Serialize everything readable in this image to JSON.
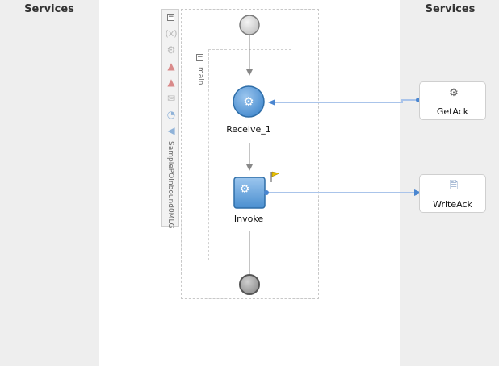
{
  "left_lane": {
    "title": "Services"
  },
  "right_lane": {
    "title": "Services"
  },
  "scope": {
    "name": "SamplePOInbound0MLG"
  },
  "sequence": {
    "name": "main"
  },
  "activities": {
    "receive": {
      "label": "Receive_1"
    },
    "invoke": {
      "label": "Invoke"
    }
  },
  "services": [
    {
      "label": "GetAck",
      "icon": "gear-service-icon"
    },
    {
      "label": "WriteAck",
      "icon": "file-adapter-icon"
    }
  ],
  "toolbar_icons": [
    "variables-icon",
    "gear-icon",
    "partner-link-icon",
    "partner-link-icon",
    "message-icon",
    "timer-icon",
    "correlation-icon"
  ],
  "colors": {
    "activity_blue": "#5b9bd5",
    "connector": "#aac4ea",
    "lane_bg": "#eeeeee"
  }
}
